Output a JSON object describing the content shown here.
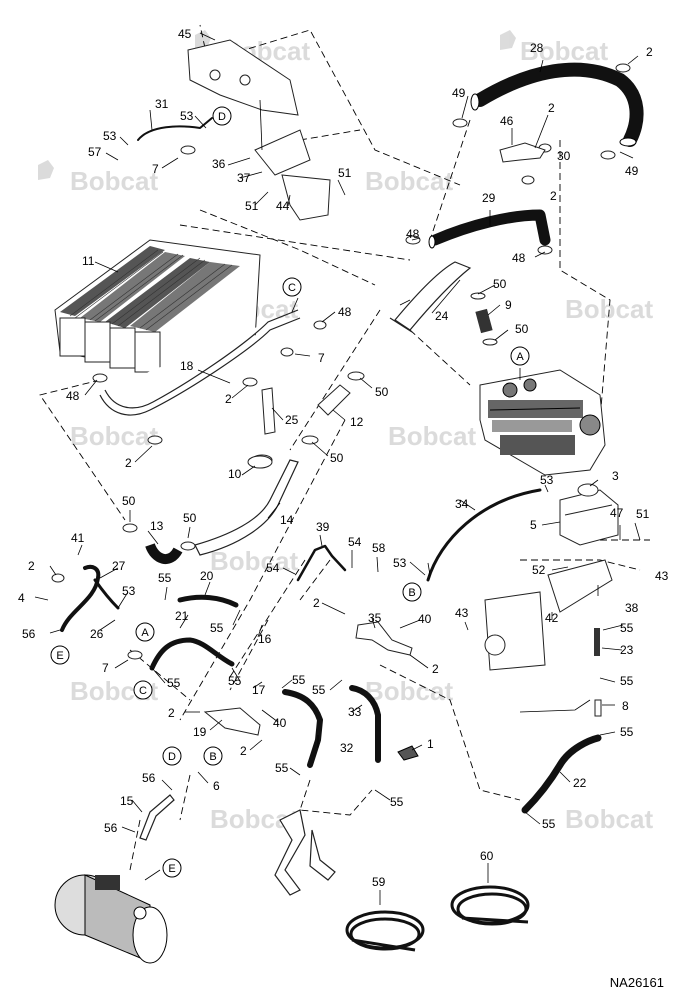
{
  "drawing_number": "NA26161",
  "watermark_text": "Bobcat",
  "callout_letters": [
    "A",
    "B",
    "C",
    "D",
    "E"
  ],
  "part_numbers": {
    "p1": "1",
    "p2": "2",
    "p3": "3",
    "p4": "4",
    "p5": "5",
    "p6": "6",
    "p7": "7",
    "p8": "8",
    "p9": "9",
    "p10": "10",
    "p11": "11",
    "p12": "12",
    "p13": "13",
    "p14": "14",
    "p15": "15",
    "p16": "16",
    "p17": "17",
    "p18": "18",
    "p19": "19",
    "p20": "20",
    "p21": "21",
    "p22": "22",
    "p23": "23",
    "p24": "24",
    "p25": "25",
    "p26": "26",
    "p27": "27",
    "p28": "28",
    "p29": "29",
    "p30": "30",
    "p31": "31",
    "p32": "32",
    "p33": "33",
    "p34": "34",
    "p35": "35",
    "p36": "36",
    "p37": "37",
    "p38": "38",
    "p39": "39",
    "p40": "40",
    "p41": "41",
    "p42": "42",
    "p43": "43",
    "p44": "44",
    "p45": "45",
    "p46": "46",
    "p47": "47",
    "p48": "48",
    "p49": "49",
    "p50": "50",
    "p51": "51",
    "p52": "52",
    "p53": "53",
    "p54": "54",
    "p55": "55",
    "p56": "56",
    "p57": "57",
    "p58": "58",
    "p59": "59",
    "p60": "60"
  }
}
